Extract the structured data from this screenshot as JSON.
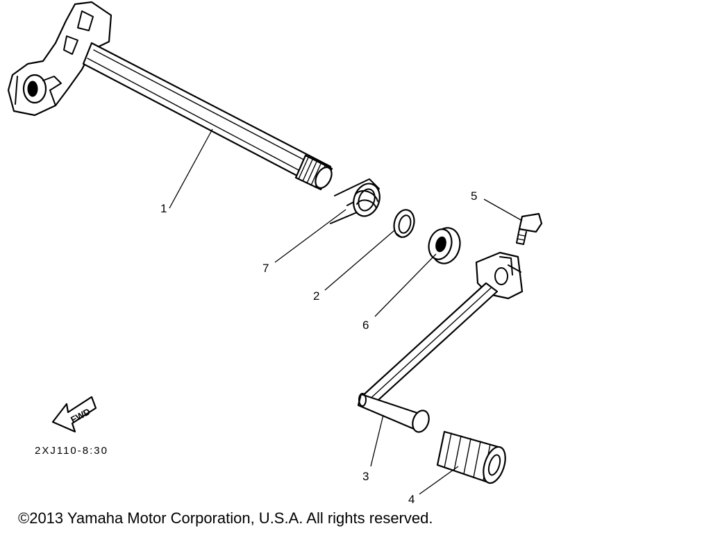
{
  "diagram": {
    "callouts": [
      "1",
      "7",
      "2",
      "6",
      "5",
      "3",
      "4"
    ],
    "figure_code": "2XJ110-8:30",
    "fwd_label": "FWD"
  },
  "footer": {
    "copyright": "©2013 Yamaha Motor Corporation, U.S.A. All rights reserved."
  }
}
